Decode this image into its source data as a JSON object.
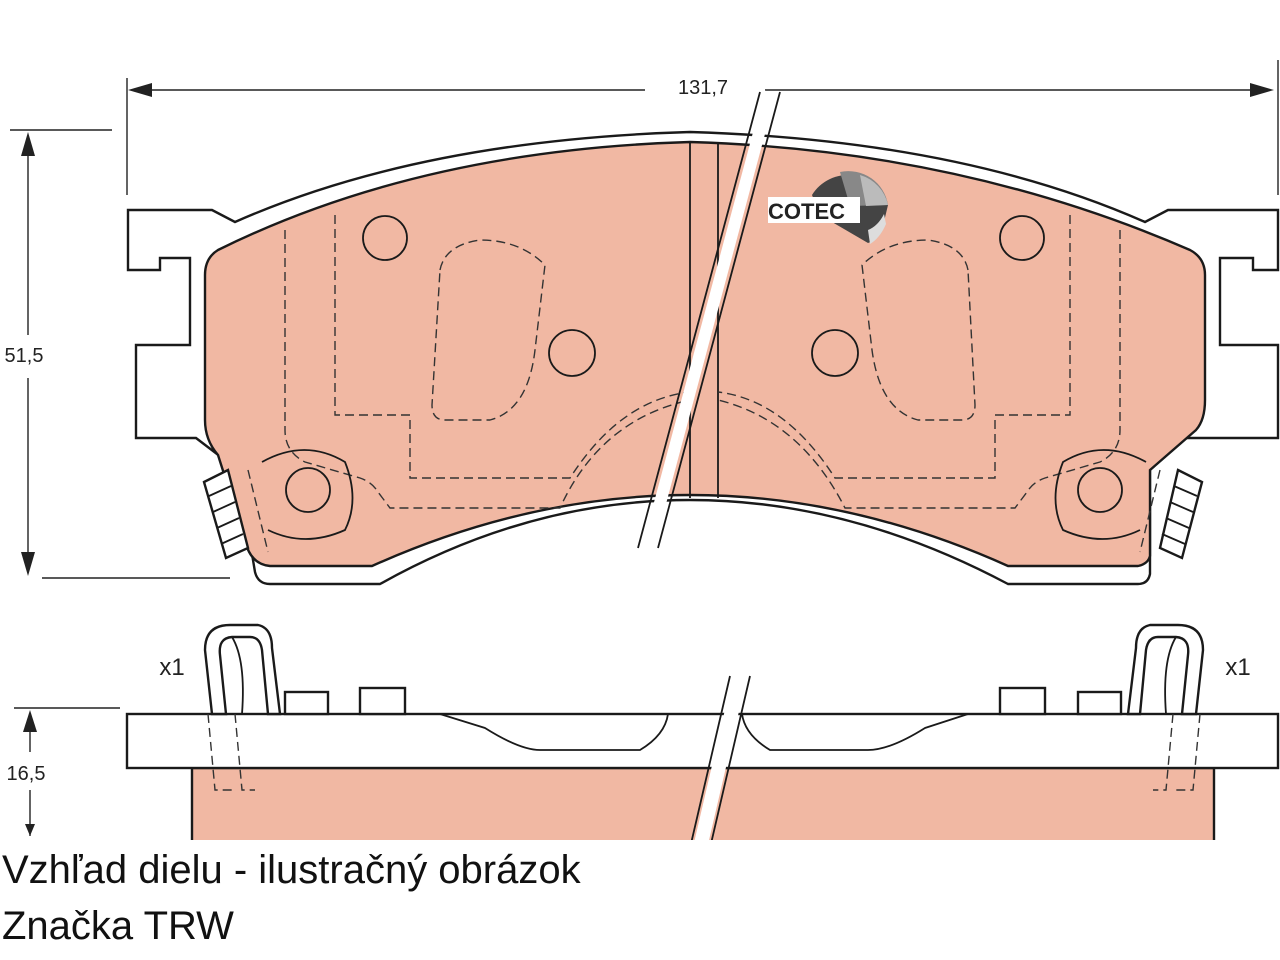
{
  "colors": {
    "pad": "#f1b8a3",
    "line": "#1a1a1a",
    "background": "#ffffff"
  },
  "dimensions": {
    "width": "131,7",
    "height": "51,5",
    "thickness": "16,5"
  },
  "quantity_labels": {
    "left": "x1",
    "right": "x1"
  },
  "logo": {
    "text": "COTEC",
    "icon": "cotec-logo-icon"
  },
  "caption": {
    "line1": "Vzhľad dielu - ilustračný obrázok",
    "line2": "Značka TRW"
  }
}
